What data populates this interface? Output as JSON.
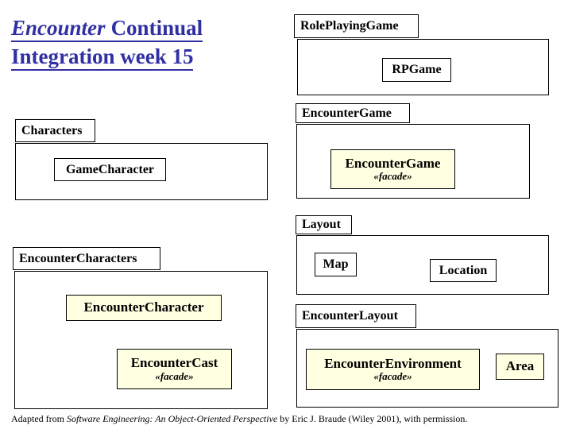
{
  "title": {
    "line1_italic": "Encounter",
    "line1_rest": "Continual",
    "line2": "Integration week 15"
  },
  "colors": {
    "title_text": "#3030A5",
    "facade_fill": "#FFFFE1",
    "box_fill": "#FFFFFF",
    "border": "#000000"
  },
  "packages": {
    "role_playing_game": {
      "tab": "RolePlayingGame"
    },
    "encounter_game": {
      "tab": "EncounterGame"
    },
    "characters": {
      "tab": "Characters"
    },
    "layout": {
      "tab": "Layout"
    },
    "encounter_characters": {
      "tab": "EncounterCharacters"
    },
    "encounter_layout": {
      "tab": "EncounterLayout"
    }
  },
  "classes": {
    "rpgame": {
      "name": "RPGame"
    },
    "encounter_game_facade": {
      "name": "EncounterGame",
      "stereotype": "«facade»"
    },
    "game_character": {
      "name": "GameCharacter"
    },
    "map": {
      "name": "Map"
    },
    "location": {
      "name": "Location"
    },
    "encounter_character": {
      "name": "EncounterCharacter"
    },
    "encounter_cast": {
      "name": "EncounterCast",
      "stereotype": "«facade»"
    },
    "encounter_environment": {
      "name": "EncounterEnvironment",
      "stereotype": "«facade»"
    },
    "area": {
      "name": "Area"
    }
  },
  "footer": {
    "prefix": "Adapted from ",
    "book_title": "Software Engineering: An Object-Oriented Perspective",
    "suffix": " by Eric J. Braude (Wiley 2001), with permission."
  }
}
